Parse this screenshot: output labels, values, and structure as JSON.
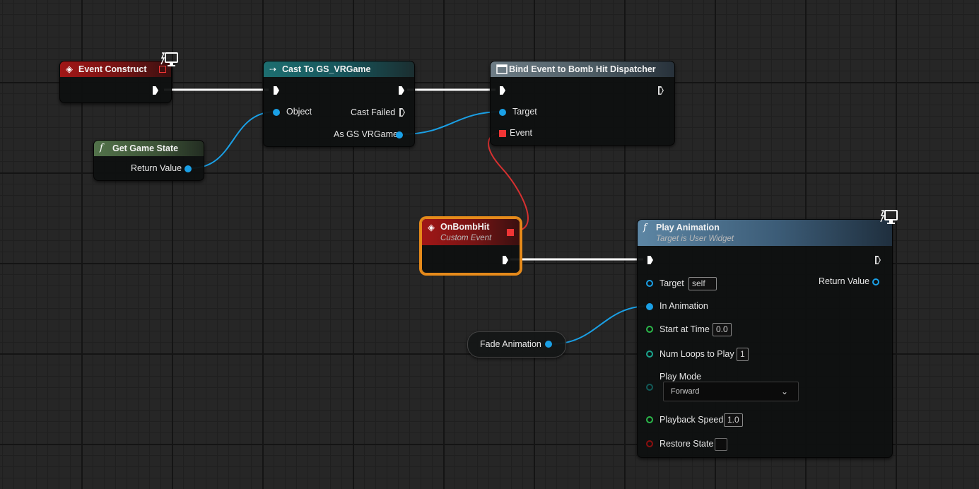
{
  "nodes": {
    "event_construct": {
      "title": "Event Construct"
    },
    "cast": {
      "title": "Cast To GS_VRGame",
      "object_label": "Object",
      "cast_failed_label": "Cast Failed",
      "as_label": "As GS VRGame"
    },
    "bind": {
      "title": "Bind Event to Bomb Hit Dispatcher",
      "target_label": "Target",
      "event_label": "Event"
    },
    "get_game_state": {
      "title": "Get Game State",
      "return_label": "Return Value"
    },
    "on_bomb_hit": {
      "title": "OnBombHit",
      "subtitle": "Custom Event"
    },
    "fade_animation": {
      "label": "Fade Animation"
    },
    "play_animation": {
      "title": "Play Animation",
      "subtitle": "Target is User Widget",
      "target_label": "Target",
      "target_value": "self",
      "return_label": "Return Value",
      "in_animation_label": "In Animation",
      "start_time_label": "Start at Time",
      "start_time_value": "0.0",
      "num_loops_label": "Num Loops to Play",
      "num_loops_value": "1",
      "play_mode_label": "Play Mode",
      "play_mode_value": "Forward",
      "playback_speed_label": "Playback Speed",
      "playback_speed_value": "1.0",
      "restore_state_label": "Restore State"
    }
  },
  "icons": {
    "event": "event-diamond-icon",
    "cast": "cast-arrow-icon",
    "bind": "window-icon",
    "function": "function-f-icon",
    "client": "monitor-icon"
  },
  "colors": {
    "exec_wire": "#ffffff",
    "object_wire": "#1aa0e6",
    "delegate_wire": "#d63030",
    "selection": "#e68a1a"
  }
}
